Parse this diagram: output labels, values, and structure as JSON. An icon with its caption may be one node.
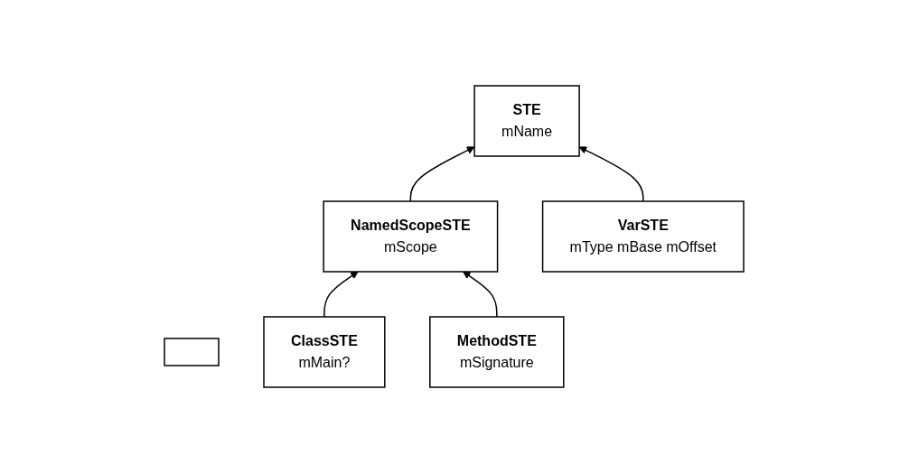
{
  "diagram": {
    "nodes": [
      {
        "text": [
          "STE",
          "mName"
        ]
      },
      {
        "text": [],
        "shape": "box"
      },
      {
        "text": [
          "NamedScopeSTE",
          "mScope"
        ]
      },
      {
        "text": [
          "VarSTE",
          "mType mBase mOffset"
        ]
      },
      {
        "text": [
          "ClassSTE",
          "mMain?"
        ]
      },
      {
        "text": [
          "MethodSTE",
          "mSignature"
        ]
      }
    ],
    "edges": [
      {
        "from": 2,
        "to": 0,
        "arrow": "to"
      },
      {
        "from": 3,
        "to": 0,
        "arrow": "to"
      },
      {
        "from": 4,
        "to": 2,
        "arrow": "to"
      },
      {
        "from": 5,
        "to": 2,
        "arrow": "to"
      }
    ]
  }
}
